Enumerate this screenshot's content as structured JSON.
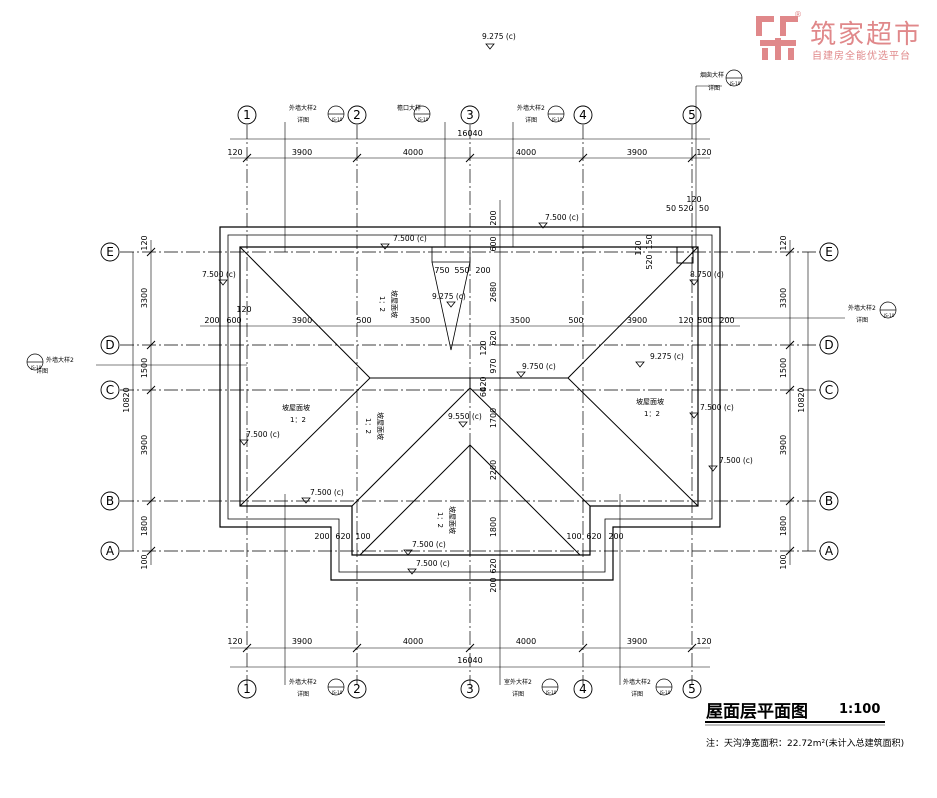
{
  "drawing": {
    "title": "屋面层平面图",
    "scale": "1:100",
    "note": "注：天沟净宽面积：22.72m²(未计入总建筑面积)"
  },
  "brand": {
    "name": "筑家超市",
    "slogan": "自建房全能优选平台",
    "registered_mark": "®",
    "color": "#e0888a"
  },
  "axes": {
    "columns": [
      "1",
      "2",
      "3",
      "4",
      "5"
    ],
    "rows": [
      "E",
      "D",
      "C",
      "B",
      "A"
    ]
  },
  "dimensions": {
    "top_total": "16040",
    "bottom_total": "16040",
    "column_spans": [
      "120",
      "3900",
      "4000",
      "4000",
      "3900",
      "120"
    ],
    "side_total": "10820",
    "left_spans": [
      "120",
      "3300",
      "1500",
      "3900",
      "1800",
      "100"
    ],
    "right_spans": [
      "120",
      "3300",
      "1500",
      "3900",
      "1800",
      "100"
    ],
    "mid_row": [
      "200",
      "600",
      "3900",
      "500",
      "3500",
      "3500",
      "500",
      "3900",
      "120",
      "500",
      "200"
    ],
    "center_stack": [
      "200",
      "600",
      "2680",
      "620",
      "970",
      "1700",
      "2200",
      "1800",
      "620",
      "200"
    ],
    "misc": [
      "120",
      "750",
      "550",
      "200",
      "120",
      "520",
      "150",
      "50",
      "520",
      "50",
      "120",
      "60",
      "420",
      "120",
      "200",
      "620",
      "100",
      "100",
      "620",
      "200"
    ]
  },
  "elevations": {
    "top": "9.275 (c)",
    "e1": "7.500 (c)",
    "e2": "7.500 (c)",
    "e3": "7.500 (c)",
    "e4": "9.275 (c)",
    "e5": "8.750 (c)",
    "e6": "9.750 (c)",
    "e7": "9.275 (c)",
    "e8": "9.550 (c)",
    "e9": "7.500 (c)",
    "e10": "7.500 (c)",
    "e11": "7.500 (c)",
    "e12": "7.500 (c)",
    "e13": "7.500 (c)",
    "e14": "7.500 (c)"
  },
  "slopes": {
    "s1": "坡屋面坡",
    "s1r": "1：2",
    "s2": "坡屋面坡",
    "s2r": "1：2",
    "s3": "坡屋面坡",
    "s3r": "1：2",
    "s4": "坡屋面坡",
    "s4r": "1：2",
    "s5": "坡屋面坡",
    "s5r": "1：2"
  },
  "callouts": {
    "c1": "外墙大样2",
    "c2": "檐口大样",
    "c3": "外墙大样2",
    "c4": "烟囱大样",
    "c5": "外墙大样2",
    "c6": "外墙大样2",
    "c7": "外墙大样2",
    "c8": "室外大样2",
    "c9": "外墙大样2",
    "ref": "详图",
    "sheet": "JS-10"
  }
}
